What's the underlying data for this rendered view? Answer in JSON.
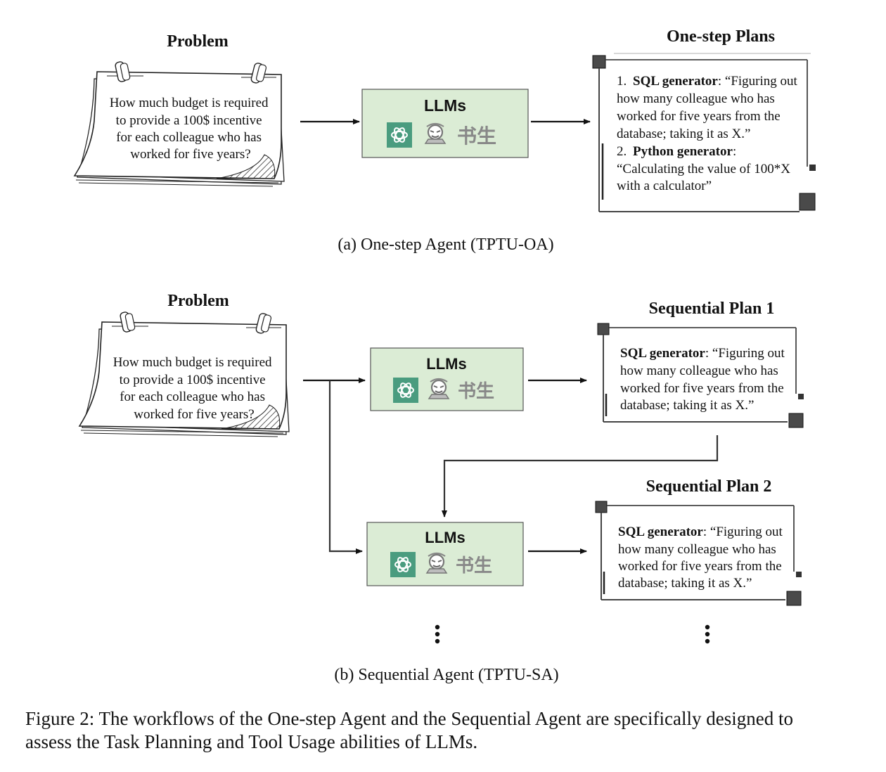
{
  "problem_title": "Problem",
  "problem_text": [
    "How much budget is required",
    "to provide a 100$ incentive",
    "for each colleague who has",
    "worked for five years?"
  ],
  "llm_label": "LLMs",
  "llm_logo_text": "书生",
  "panel_a": {
    "plan_title": "One-step Plans",
    "plan": {
      "items": [
        {
          "num": "1.",
          "tool": "SQL generator",
          "text_1": ": “Figuring out",
          "text_rest": [
            "how many colleague who has",
            "worked for five years from the",
            "database; taking it as X.”"
          ]
        },
        {
          "num": "2.",
          "tool": "Python generator",
          "text_1": ":",
          "text_rest": [
            "“Calculating the value of 100*X",
            "with a calculator”"
          ]
        }
      ]
    },
    "caption": "(a)  One-step Agent (TPTU-OA)"
  },
  "panel_b": {
    "plan1_title": "Sequential Plan 1",
    "plan2_title": "Sequential Plan 2",
    "plan_text": {
      "tool": "SQL generator",
      "text_1": ": “Figuring out",
      "text_rest": [
        "how many colleague who has",
        "worked for five years from the",
        "database; taking it as X.”"
      ]
    },
    "caption": "(b)  Sequential Agent (TPTU-SA)"
  },
  "figure_caption": {
    "line1": "Figure 2: The workflows of the One-step Agent and the Sequential Agent are specifically designed to",
    "line2": "assess the Task Planning and Tool Usage abilities of LLMs."
  }
}
